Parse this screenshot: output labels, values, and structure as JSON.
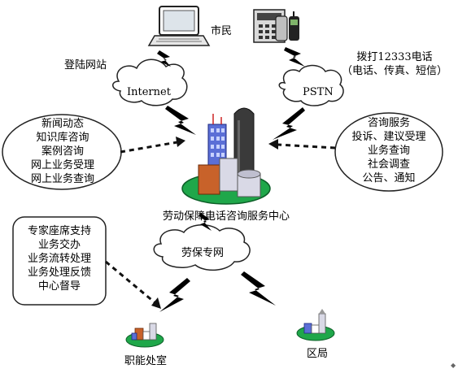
{
  "labels": {
    "citizen": "市民",
    "login": "登陆网站",
    "dial": [
      "拨打12333电话",
      "（电话、传真、短信）"
    ],
    "internet": "Internet",
    "pstn": "PSTN",
    "center": "劳动保障电话咨询服务中心",
    "network": "劳保专网",
    "office": "职能处室",
    "district": "区局"
  },
  "left_services": [
    "新闻动态",
    "知识库咨询",
    "案例咨询",
    "网上业务受理",
    "网上业务查询"
  ],
  "right_services": [
    "咨询服务",
    "投诉、建议受理",
    "业务查询",
    "社会调查",
    "公告、通知"
  ],
  "internal_services": [
    "专家座席支持",
    "业务交办",
    "业务流转处理",
    "业务处理反馈",
    "中心督导"
  ],
  "colors": {
    "lightning": "#000000",
    "ground": "#1fa74a",
    "tower_blue": "#5b6fd6",
    "tower_dark": "#333333",
    "block_orange": "#c8622a"
  }
}
